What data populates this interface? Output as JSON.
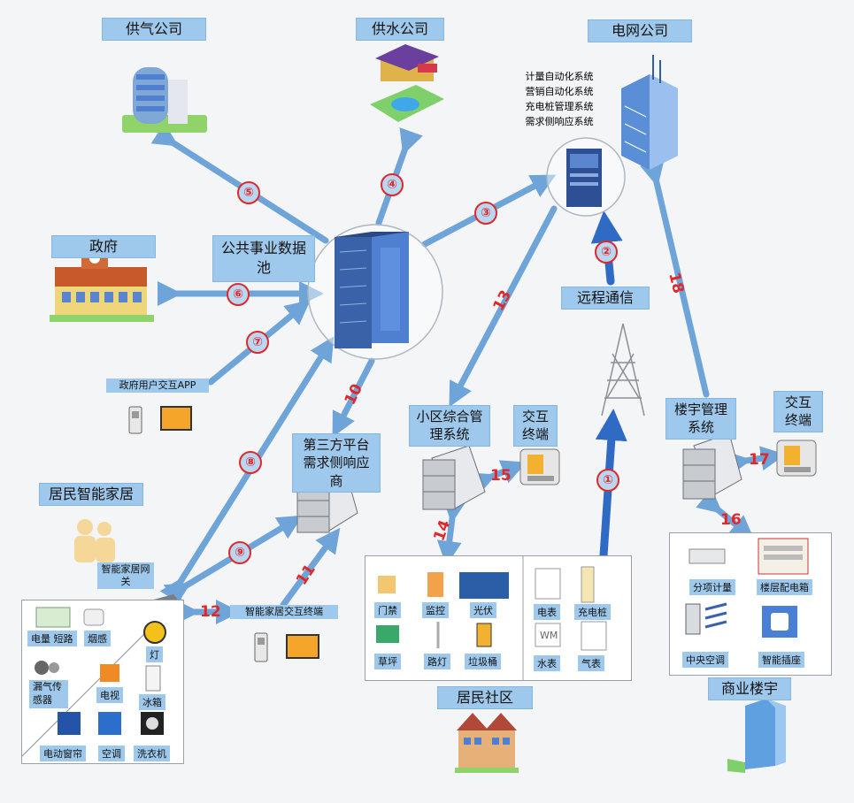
{
  "nodes": {
    "gas_company": "供气公司",
    "water_company": "供水公司",
    "grid_company": "电网公司",
    "grid_systems": [
      "计量自动化系统",
      "营销自动化系统",
      "充电桩管理系统",
      "需求侧响应系统"
    ],
    "government": "政府",
    "data_pool": "公共事业数据池",
    "gov_app": "政府用户交互APP",
    "remote_comm": "远程通信",
    "third_party": "第三方平台需求侧响应商",
    "community_mgmt": "小区综合管理系统",
    "terminal_community": "交互终端",
    "building_mgmt": "楼宇管理系统",
    "terminal_building": "交互终端",
    "smart_home": "居民智能家居",
    "smart_gateway": "智能家居网关",
    "smart_home_terminal": "智能家居交互终端",
    "residential_community": "居民社区",
    "commercial_building": "商业楼宇"
  },
  "links": {
    "l1": "①",
    "l3": "③",
    "l4": "④",
    "l5": "⑤",
    "l6": "⑥",
    "l7": "⑦",
    "l8": "⑧",
    "l9": "⑨",
    "l_remote": "②",
    "l10": "10",
    "l11": "11",
    "l12": "12",
    "l13": "13",
    "l14": "14",
    "l15": "15",
    "l16": "16",
    "l17": "17",
    "l18": "18"
  },
  "home_devices": {
    "meter_breaker": "电量 短路",
    "smoke": "烟感",
    "lamp": "灯",
    "gas_leak": "漏气传感器",
    "tv": "电视",
    "fridge": "冰箱",
    "curtain": "电动窗帘",
    "ac": "空调",
    "washer": "洗衣机"
  },
  "community_devices": {
    "gate": "门禁",
    "monitor": "监控",
    "pv": "光伏",
    "lawn": "草坪",
    "streetlight": "路灯",
    "trash": "垃圾桶",
    "elec_meter": "电表",
    "charger": "充电桩",
    "water_meter": "水表",
    "gas_meter": "气表",
    "water_meter_icon_text": "WM"
  },
  "building_devices": {
    "sub_meter": "分项计量",
    "distribution_box": "楼层配电箱",
    "central_ac": "中央空调",
    "smart_socket": "智能插座"
  },
  "colors": {
    "arrow": "#6fa4d8",
    "arrow_dark": "#2f6ac4",
    "label_bg": "#9fc9ec",
    "number": "#e0282a"
  }
}
